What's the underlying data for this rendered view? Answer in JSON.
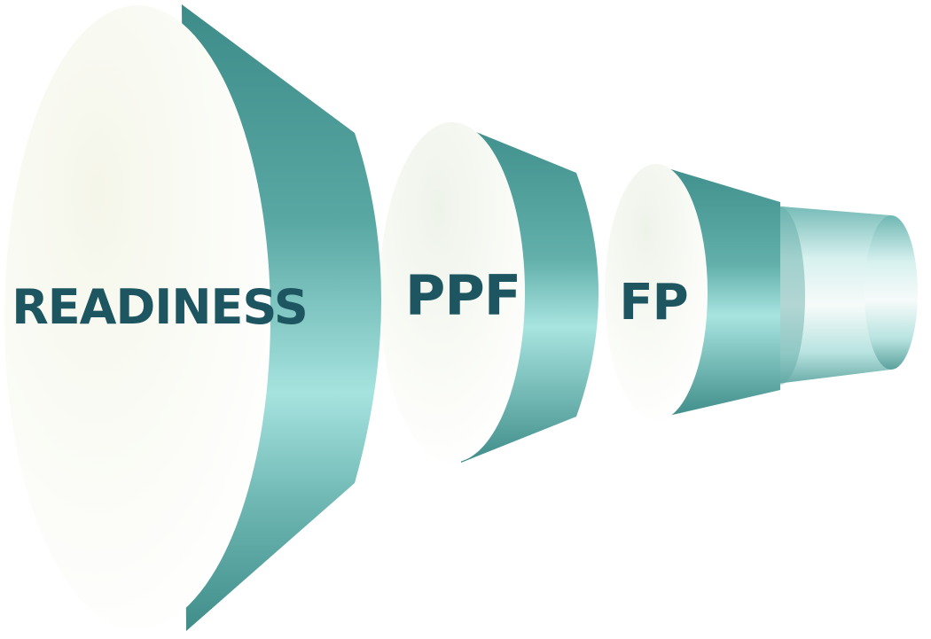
{
  "diagram": {
    "stages": [
      {
        "label": "READINESS"
      },
      {
        "label": "PPF"
      },
      {
        "label": "FP"
      }
    ],
    "colors": {
      "face_light": "#fbfcf7",
      "face_mid": "#eef3ea",
      "side_dark": "#3f8f8c",
      "side_mid": "#6fbcb7",
      "side_light": "#aee6e2",
      "label": "#1d5560"
    }
  }
}
